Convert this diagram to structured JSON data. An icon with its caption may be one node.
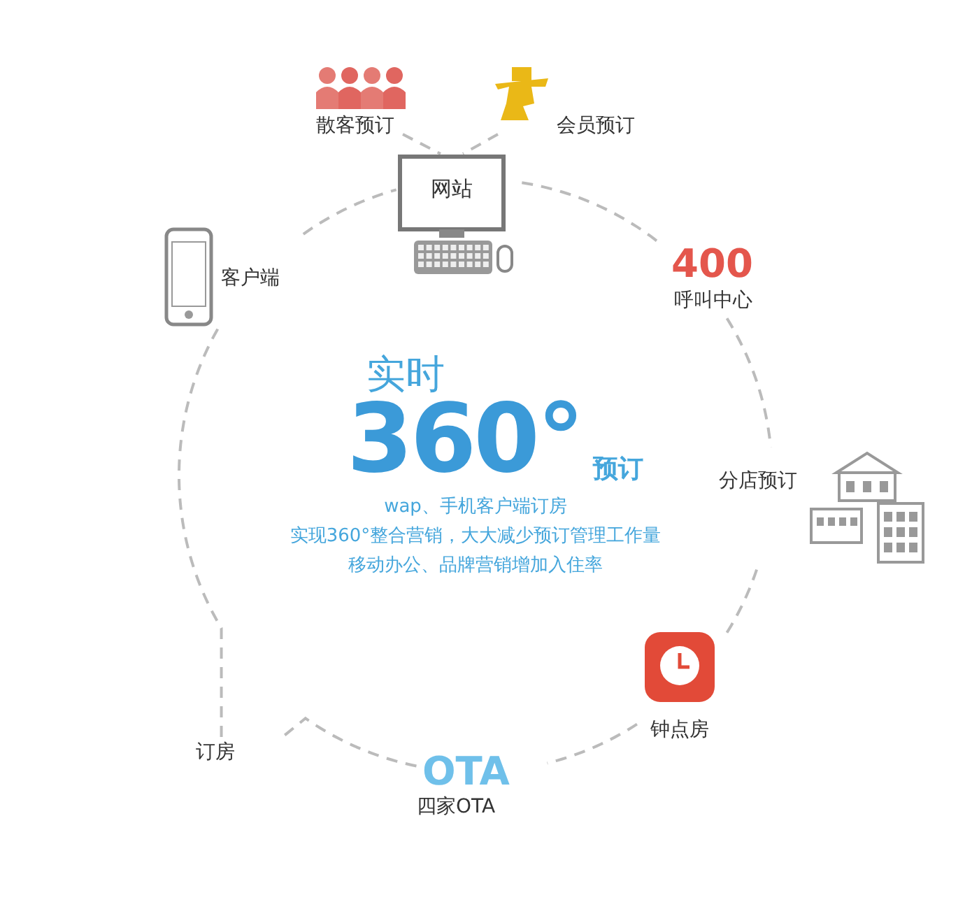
{
  "diagram": {
    "nodes": [
      {
        "text": [
          "网站"
        ]
      },
      {
        "text": [
          "散客预订"
        ]
      },
      {
        "text": [
          "会员预订"
        ]
      },
      {
        "text": [
          "客户端"
        ]
      },
      {
        "text": [
          "400",
          "呼叫中心"
        ]
      },
      {
        "text": [
          "分店预订"
        ]
      },
      {
        "text": [
          "钟点房"
        ]
      },
      {
        "text": [
          "OTA",
          "四家OTA"
        ]
      },
      {
        "text": [
          "订房"
        ]
      }
    ],
    "edges": [
      {
        "from": 1,
        "to": 0,
        "arrow": "none",
        "style": "dashed"
      },
      {
        "from": 2,
        "to": 0,
        "arrow": "none",
        "style": "dashed"
      },
      {
        "from": 0,
        "to": 4,
        "arrow": "none",
        "style": "dashed"
      },
      {
        "from": 4,
        "to": 5,
        "arrow": "none",
        "style": "dashed"
      },
      {
        "from": 5,
        "to": 6,
        "arrow": "none",
        "style": "dashed"
      },
      {
        "from": 6,
        "to": 7,
        "arrow": "none",
        "style": "dashed"
      },
      {
        "from": 7,
        "to": 8,
        "arrow": "none",
        "style": "dashed"
      },
      {
        "from": 8,
        "to": 3,
        "arrow": "none",
        "style": "dashed"
      },
      {
        "from": 3,
        "to": 0,
        "arrow": "none",
        "style": "dashed"
      }
    ],
    "labels": [
      "实时",
      "360°",
      "预订",
      "wap、手机客户端订房",
      "实现360°整合营销，大大减少预订管理工作量",
      "移动办公、品牌营销增加入住率"
    ]
  }
}
